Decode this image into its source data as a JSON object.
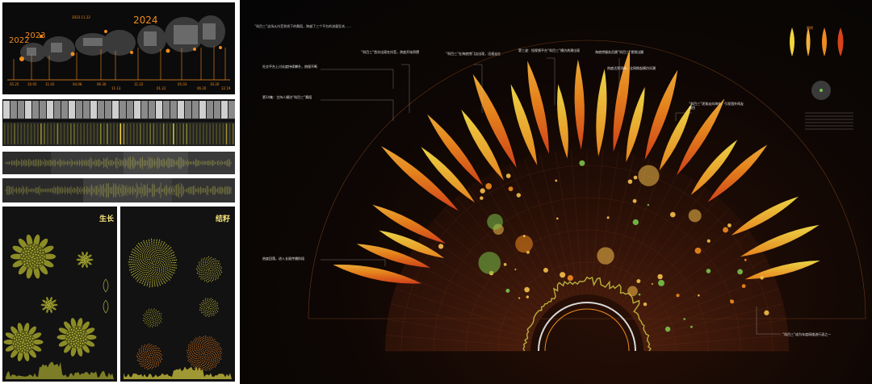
{
  "colors": {
    "background": "#0b0b0b",
    "accent_orange": "#f08a1e",
    "accent_yellow": "#f5d63a",
    "accent_red": "#d9441a",
    "olive": "#8a8a2a",
    "text_light": "#e8e8e8"
  },
  "timeline": {
    "years": [
      "2022",
      "2023",
      "2024"
    ],
    "headline_date": "2023.11.22",
    "dates": [
      "05.25",
      "10.05",
      "11.02",
      "04.08",
      "06.30",
      "11.13",
      "11.22",
      "01.22",
      "05.03",
      "06.20",
      "10.20",
      "12.19"
    ]
  },
  "growth_panel": {
    "title": "生长"
  },
  "seed_panel": {
    "title": "结籽"
  },
  "main": {
    "intro": "“科目三”这场从抖音到线下的舞蹈，跨越了三个平台的流量狂欢……",
    "legend_title": "图例",
    "annotations": [
      {
        "title": "“科目三”首次出现在抖音，热度开始积攒"
      },
      {
        "title": "“科目三”在海底捞门店出现，迅速走红"
      },
      {
        "title": "第三波：短视频平台“科目三”模仿热潮出现"
      },
      {
        "title": "海底捞服务员跳“科目三”视频出圈"
      },
      {
        "title": "热度达到顶峰，全网掀起模仿风潮"
      },
      {
        "title": "第14集：主持人模仿“科目三”舞蹈"
      },
      {
        "title": "社交平台上讨论度持续攀升，热搜不断"
      },
      {
        "title": "“科目三”逐渐走向海外，引发国外网友模仿"
      },
      {
        "title": "热度回落，进入长尾传播阶段"
      },
      {
        "title": "“科目三”成为年度网络流行语之一"
      }
    ]
  }
}
